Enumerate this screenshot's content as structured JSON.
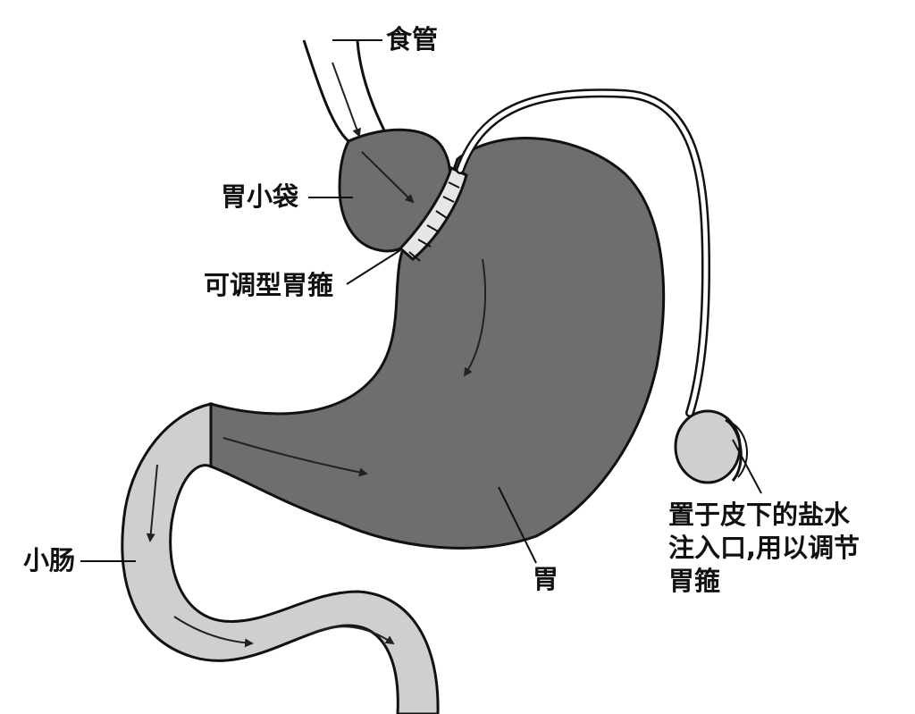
{
  "labels": {
    "esophagus": "食管",
    "gastric_pouch": "胃小袋",
    "adjustable_band": "可调型胃箍",
    "small_intestine": "小肠",
    "stomach": "胃",
    "port_line1": "置于皮下的盐水",
    "port_line2": "注入口,用以调节",
    "port_line3": "胃箍"
  },
  "colors": {
    "stomach_fill": "#6e6e6e",
    "intestine_fill": "#cfcfcf",
    "band_fill": "#e6e6e6",
    "outline": "#111111"
  }
}
